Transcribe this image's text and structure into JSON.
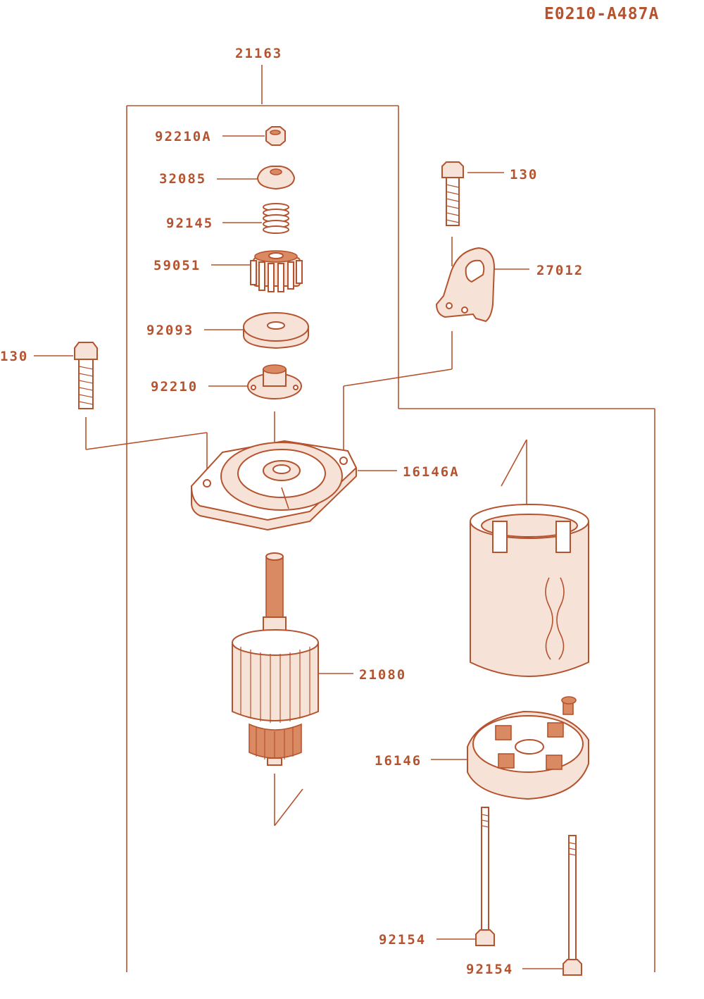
{
  "diagram_code": "E0210-A487A",
  "colors": {
    "ink": "#b5532e",
    "fill": "#f6e2d6",
    "dark_fill": "#d98a63",
    "background": "#ffffff"
  },
  "parts": {
    "assembly": "21163",
    "nut": "92210A",
    "collar": "32085",
    "spring": "92145",
    "pinion_gear": "59051",
    "washer": "92093",
    "bushing_plate": "92210",
    "screw_top_right": "130",
    "bracket": "27012",
    "screw_left": "130",
    "front_cover": "16146A",
    "armature": "21080",
    "rear_cover": "16146",
    "through_bolt_1": "92154",
    "through_bolt_2": "92154"
  }
}
